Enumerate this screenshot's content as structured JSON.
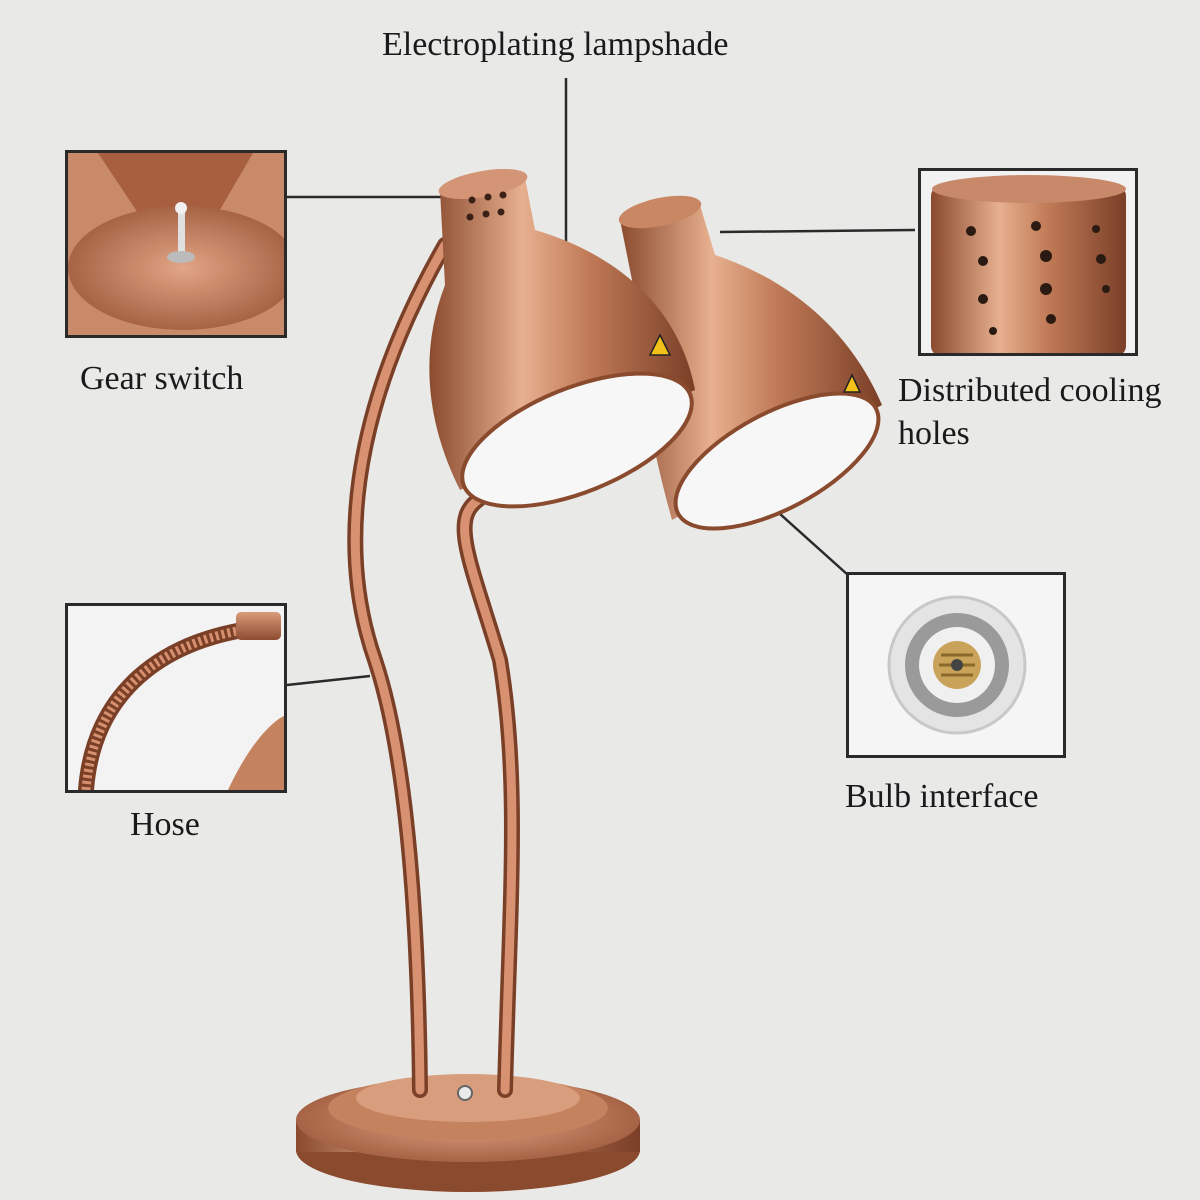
{
  "labels": {
    "top": "Electroplating lampshade",
    "gear_switch": "Gear switch",
    "cooling_line1": "Distributed cooling",
    "cooling_line2": "holes",
    "hose": "Hose",
    "bulb_interface": "Bulb interface"
  },
  "colors": {
    "background": "#e9e9e7",
    "copper_light": "#e7b08f",
    "copper_mid": "#c07a57",
    "copper_dark": "#7a3f27",
    "shade_inner": "#f7f7f7",
    "leader_line": "#2a2a2a",
    "warning_sticker": "#f2c21a"
  },
  "icons": {
    "gear_switch_detail": "gear-switch-closeup",
    "cooling_holes_detail": "cooling-holes-closeup",
    "hose_detail": "hose-closeup",
    "bulb_detail": "bulb-socket-closeup",
    "warning": "warning-triangle-icon"
  }
}
